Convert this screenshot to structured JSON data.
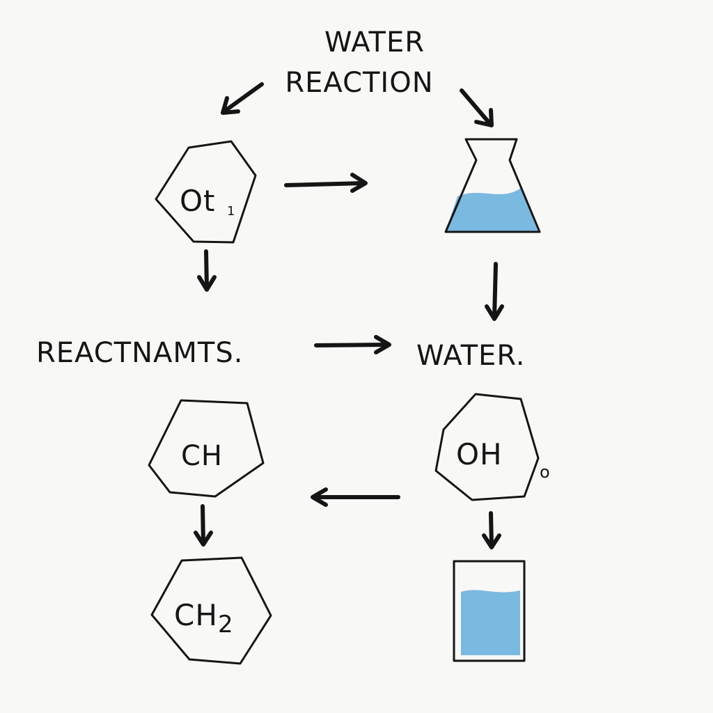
{
  "title": {
    "line1": "WATER",
    "line2": "REACTION"
  },
  "labels": {
    "reactants": "REACTNAMTS.",
    "water": "WATER."
  },
  "molecules": {
    "oh_top": {
      "main": "Ot",
      "sub": "1"
    },
    "ch": {
      "main": "CH"
    },
    "ch2": {
      "main": "CH",
      "sub": "2"
    },
    "oh_bottom": {
      "main": "OH",
      "side": "o"
    }
  },
  "colors": {
    "ink": "#151515",
    "water": "#7ab9e0",
    "paper": "#f8f8f6"
  },
  "icons": [
    "flask-icon",
    "beaker-icon"
  ]
}
